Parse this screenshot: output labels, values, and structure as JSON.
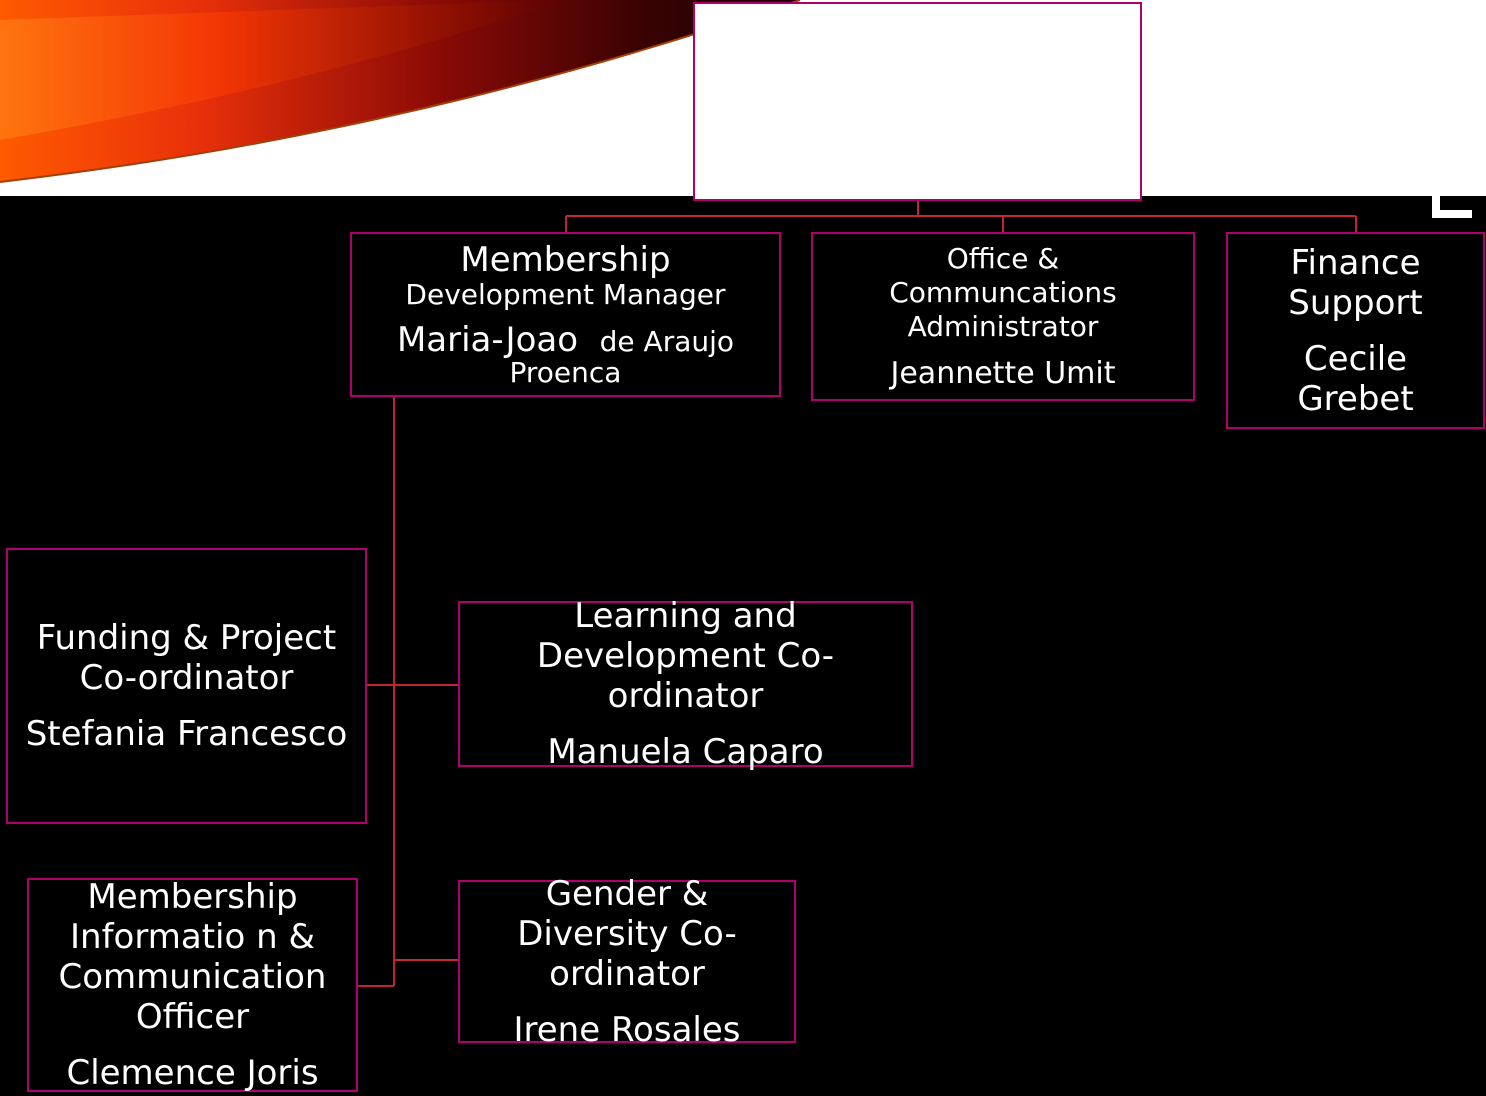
{
  "colors": {
    "background": "#000000",
    "header_band": "#ffffff",
    "box_border": "#b0006e",
    "connector": "#c0262b",
    "text": "#ffffff"
  },
  "top_box": {
    "text": ""
  },
  "boxes": {
    "membership_dev": {
      "title_line1": "Membership",
      "title_line2": "Development Manager",
      "name_part1": "Maria-Joao",
      "name_part2": "de Araujo",
      "name_line2": "Proenca"
    },
    "office_comms": {
      "title_line1": "Office &",
      "title_line2": "Communcations",
      "title_line3": "Administrator",
      "name": "Jeannette Umit"
    },
    "finance": {
      "title_line1": "Finance",
      "title_line2": "Support",
      "name_line1": "Cecile",
      "name_line2": "Grebet"
    },
    "funding": {
      "title_line1": "Funding & Project",
      "title_line2": "Co-ordinator",
      "name": "Stefania Francesco"
    },
    "learning": {
      "title_line1": "Learning and",
      "title_line2": "Development Co-",
      "title_line3": "ordinator",
      "name": "Manuela Caparo"
    },
    "membership_info": {
      "title_line1": "Membership",
      "title_line2": "Informatio n &",
      "title_line3": "Communication",
      "title_line4": "Officer",
      "name": "Clemence Joris"
    },
    "gender": {
      "title_line1": "Gender &",
      "title_line2": "Diversity Co-",
      "title_line3": "ordinator",
      "name": "Irene Rosales"
    }
  }
}
